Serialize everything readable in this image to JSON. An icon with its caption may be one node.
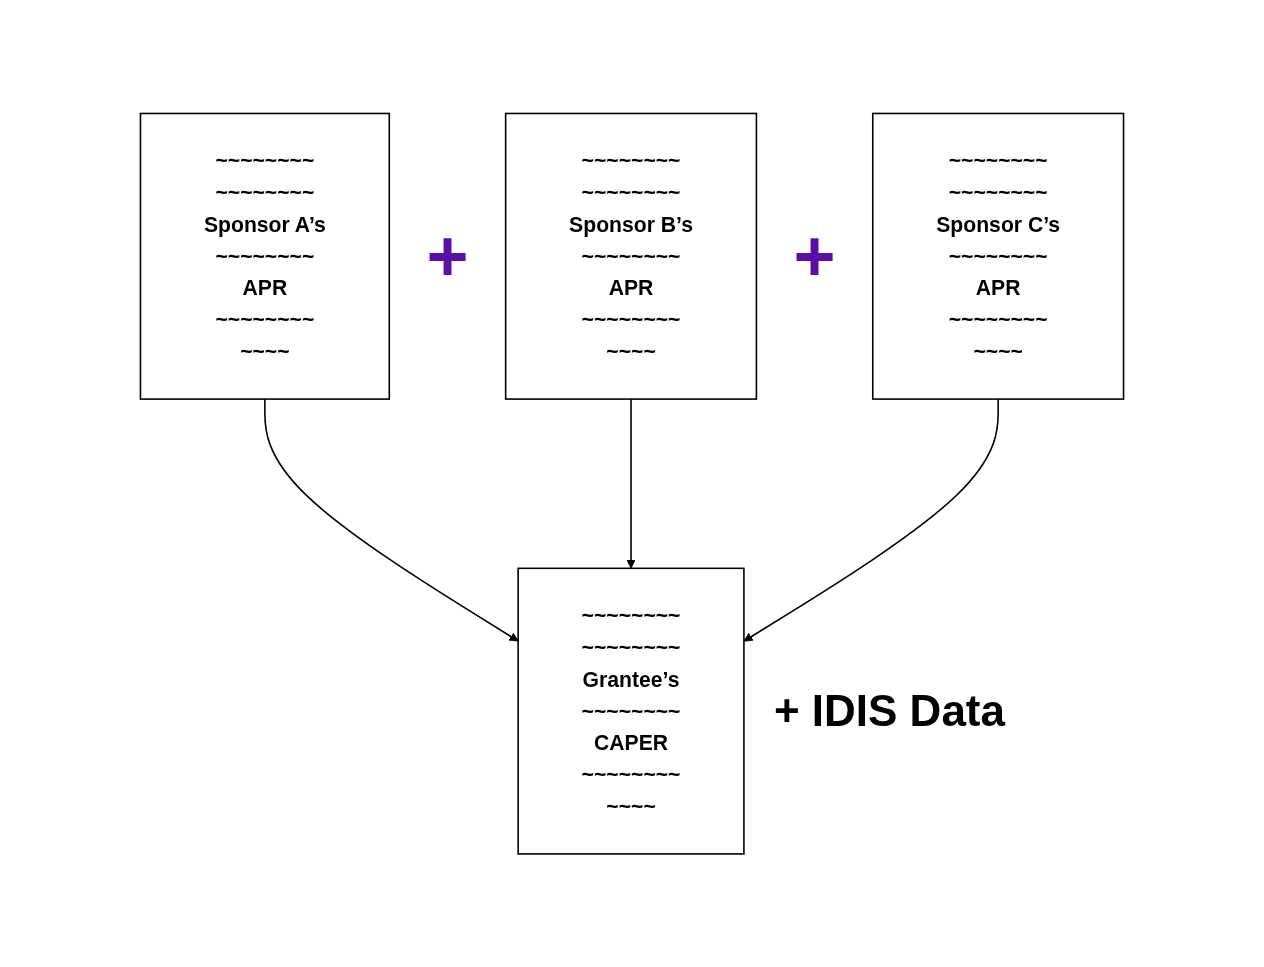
{
  "diagram": {
    "nodes": [
      {
        "text": [
          "~~~~~~~~",
          "~~~~~~~~",
          "Sponsor A’s",
          "~~~~~~~~",
          "APR",
          "~~~~~~~~",
          "~~~~"
        ]
      },
      {
        "text": [
          "~~~~~~~~",
          "~~~~~~~~",
          "Sponsor B’s",
          "~~~~~~~~",
          "APR",
          "~~~~~~~~",
          "~~~~"
        ]
      },
      {
        "text": [
          "~~~~~~~~",
          "~~~~~~~~",
          "Sponsor C’s",
          "~~~~~~~~",
          "APR",
          "~~~~~~~~",
          "~~~~"
        ]
      },
      {
        "text": [
          "~~~~~~~~",
          "~~~~~~~~",
          "Grantee’s",
          "~~~~~~~~",
          "CAPER",
          "~~~~~~~~",
          "~~~~"
        ],
        "beside": [
          "+ IDIS Data"
        ]
      }
    ],
    "edges": [
      {
        "from": 0,
        "to": 3,
        "arrow": "to"
      },
      {
        "from": 1,
        "to": 3,
        "arrow": "to"
      },
      {
        "from": 2,
        "to": 3,
        "arrow": "to"
      }
    ],
    "labels": [
      "+",
      "+"
    ]
  }
}
